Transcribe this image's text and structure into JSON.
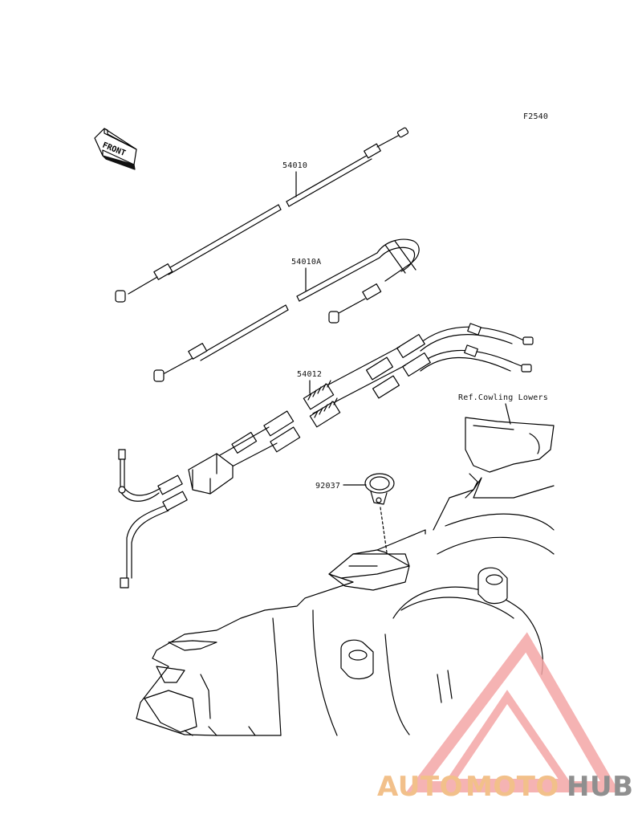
{
  "figure": {
    "code": "F2540"
  },
  "front_marker": {
    "text": "FRONT"
  },
  "parts": {
    "p54010": "54010",
    "p54010A": "54010A",
    "p54012": "54012",
    "p92037": "92037"
  },
  "reference": {
    "text": "Ref.Cowling Lowers"
  },
  "watermark": {
    "auto": "AUTO",
    "moto": "MOTO",
    "hub": "HUB",
    "color_accent": "#f2c08a",
    "color_gray": "#8f8f8f",
    "triangle_color": "#f4a6a6"
  }
}
